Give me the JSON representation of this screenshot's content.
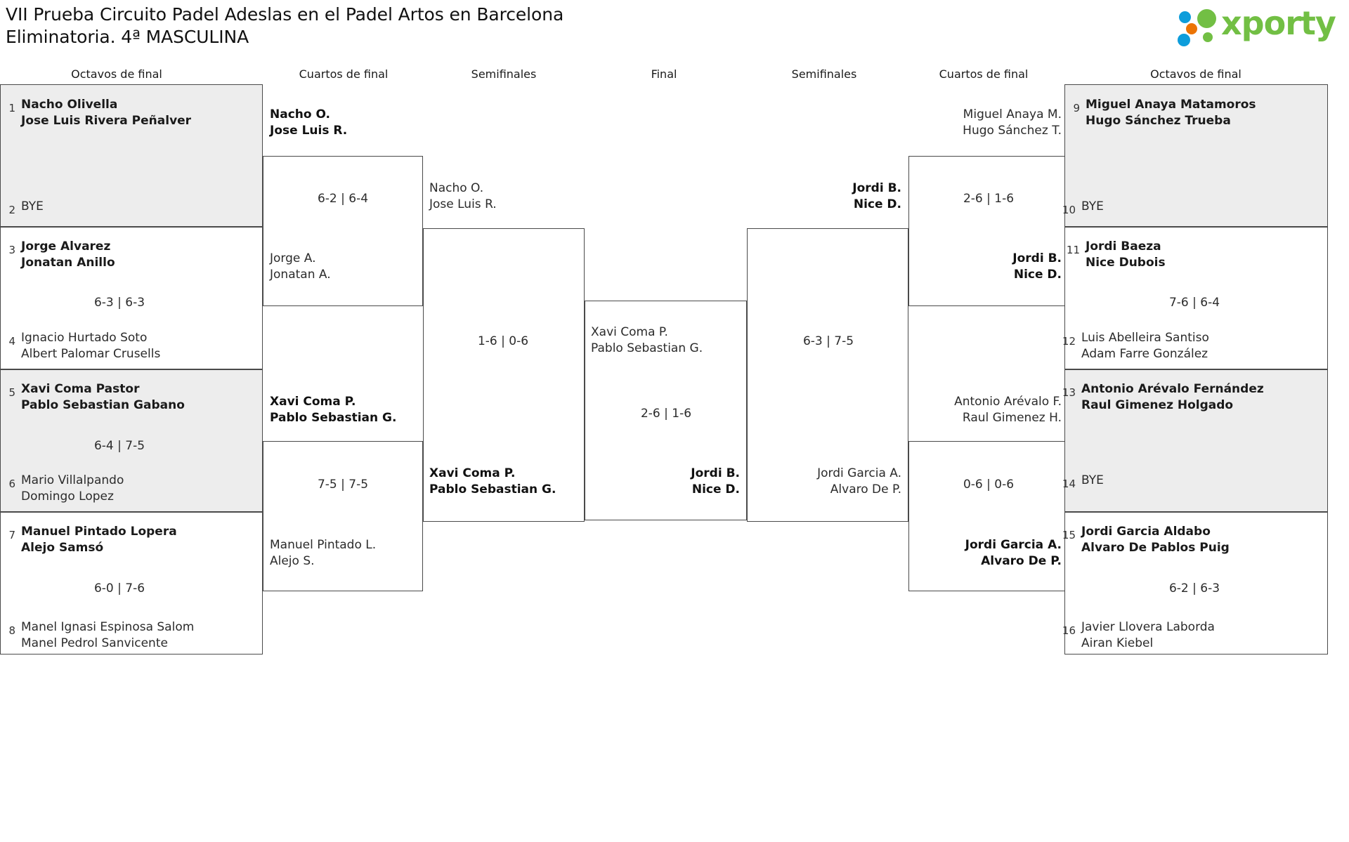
{
  "header": {
    "title_line1": "VII Prueba Circuito Padel Adeslas en el Padel Artos en Barcelona",
    "title_line2": "Eliminatoria. 4ª MASCULINA",
    "logo_text": "xporty",
    "logo_colors": {
      "green": "#72bf44",
      "blue": "#0d9ddb",
      "orange": "#ec7404"
    }
  },
  "round_headers": [
    {
      "label": "Octavos de final"
    },
    {
      "label": "Cuartos de final"
    },
    {
      "label": "Semifinales"
    },
    {
      "label": "Final"
    },
    {
      "label": "Semifinales"
    },
    {
      "label": "Cuartos de final"
    },
    {
      "label": "Octavos de final"
    }
  ],
  "left": {
    "r16": [
      {
        "seed": "1",
        "p1": "Nacho Olivella",
        "p2": "Jose Luis Rivera Peñalver",
        "winner": true,
        "bye": false
      },
      {
        "seed": "2",
        "p1": "BYE",
        "p2": "",
        "winner": false,
        "bye": true
      },
      {
        "seed": "3",
        "p1": "Jorge Alvarez",
        "p2": "Jonatan Anillo",
        "winner": true,
        "bye": false
      },
      {
        "seed": "4",
        "p1": "Ignacio Hurtado Soto",
        "p2": "Albert Palomar Crusells",
        "winner": false,
        "bye": false
      },
      {
        "seed": "5",
        "p1": "Xavi Coma Pastor",
        "p2": "Pablo Sebastian Gabano",
        "winner": true,
        "bye": false
      },
      {
        "seed": "6",
        "p1": "Mario Villalpando",
        "p2": "Domingo Lopez",
        "winner": false,
        "bye": false
      },
      {
        "seed": "7",
        "p1": "Manuel Pintado Lopera",
        "p2": "Alejo Samsó",
        "winner": true,
        "bye": false
      },
      {
        "seed": "8",
        "p1": "Manel Ignasi Espinosa Salom",
        "p2": "Manel Pedrol Sanvicente",
        "winner": false,
        "bye": false
      }
    ],
    "r16_scores": [
      "",
      "6-3 | 6-3",
      "6-4 | 7-5",
      "6-0 | 7-6"
    ],
    "qf": [
      {
        "p1": "Nacho O.",
        "p2": "Jose Luis R.",
        "winner": true
      },
      {
        "p1": "Jorge A.",
        "p2": "Jonatan A.",
        "winner": false
      },
      {
        "p1": "Xavi Coma P.",
        "p2": "Pablo Sebastian G.",
        "winner": true
      },
      {
        "p1": "Manuel Pintado L.",
        "p2": "Alejo S.",
        "winner": false
      }
    ],
    "qf_scores": [
      "6-2 | 6-4",
      "7-5 | 7-5"
    ],
    "sf": [
      {
        "p1": "Nacho O.",
        "p2": "Jose Luis R.",
        "winner": false
      },
      {
        "p1": "Xavi Coma P.",
        "p2": "Pablo Sebastian G.",
        "winner": true
      }
    ],
    "sf_scores": [
      "1-6 | 0-6"
    ]
  },
  "final": {
    "top": {
      "p1": "Xavi Coma P.",
      "p2": "Pablo Sebastian G.",
      "winner": false
    },
    "bottom": {
      "p1": "Jordi B.",
      "p2": "Nice D.",
      "winner": true
    },
    "score": "2-6 | 1-6"
  },
  "right": {
    "r16": [
      {
        "seed": "9",
        "p1": "Miguel Anaya Matamoros",
        "p2": "Hugo Sánchez Trueba",
        "winner": true,
        "bye": false
      },
      {
        "seed": "10",
        "p1": "BYE",
        "p2": "",
        "winner": false,
        "bye": true
      },
      {
        "seed": "11",
        "p1": "Jordi Baeza",
        "p2": "Nice Dubois",
        "winner": true,
        "bye": false
      },
      {
        "seed": "12",
        "p1": "Luis Abelleira Santiso",
        "p2": "Adam Farre González",
        "winner": false,
        "bye": false
      },
      {
        "seed": "13",
        "p1": "Antonio Arévalo Fernández",
        "p2": "Raul Gimenez Holgado",
        "winner": true,
        "bye": false
      },
      {
        "seed": "14",
        "p1": "BYE",
        "p2": "",
        "winner": false,
        "bye": true
      },
      {
        "seed": "15",
        "p1": "Jordi Garcia Aldabo",
        "p2": "Alvaro De Pablos Puig",
        "winner": true,
        "bye": false
      },
      {
        "seed": "16",
        "p1": "Javier Llovera Laborda",
        "p2": "Airan Kiebel",
        "winner": false,
        "bye": false
      }
    ],
    "r16_scores": [
      "",
      "7-6 | 6-4",
      "",
      "6-2 | 6-3"
    ],
    "qf": [
      {
        "p1": "Miguel Anaya M.",
        "p2": "Hugo Sánchez T.",
        "winner": false
      },
      {
        "p1": "Jordi B.",
        "p2": "Nice D.",
        "winner": true
      },
      {
        "p1": "Antonio Arévalo F.",
        "p2": "Raul Gimenez H.",
        "winner": false
      },
      {
        "p1": "Jordi Garcia A.",
        "p2": "Alvaro De P.",
        "winner": true
      }
    ],
    "qf_scores": [
      "2-6 | 1-6",
      "0-6 | 0-6"
    ],
    "sf": [
      {
        "p1": "Jordi B.",
        "p2": "Nice D.",
        "winner": true
      },
      {
        "p1": "Jordi Garcia A.",
        "p2": "Alvaro De P.",
        "winner": false
      }
    ],
    "sf_scores": [
      "6-3 | 7-5"
    ]
  }
}
